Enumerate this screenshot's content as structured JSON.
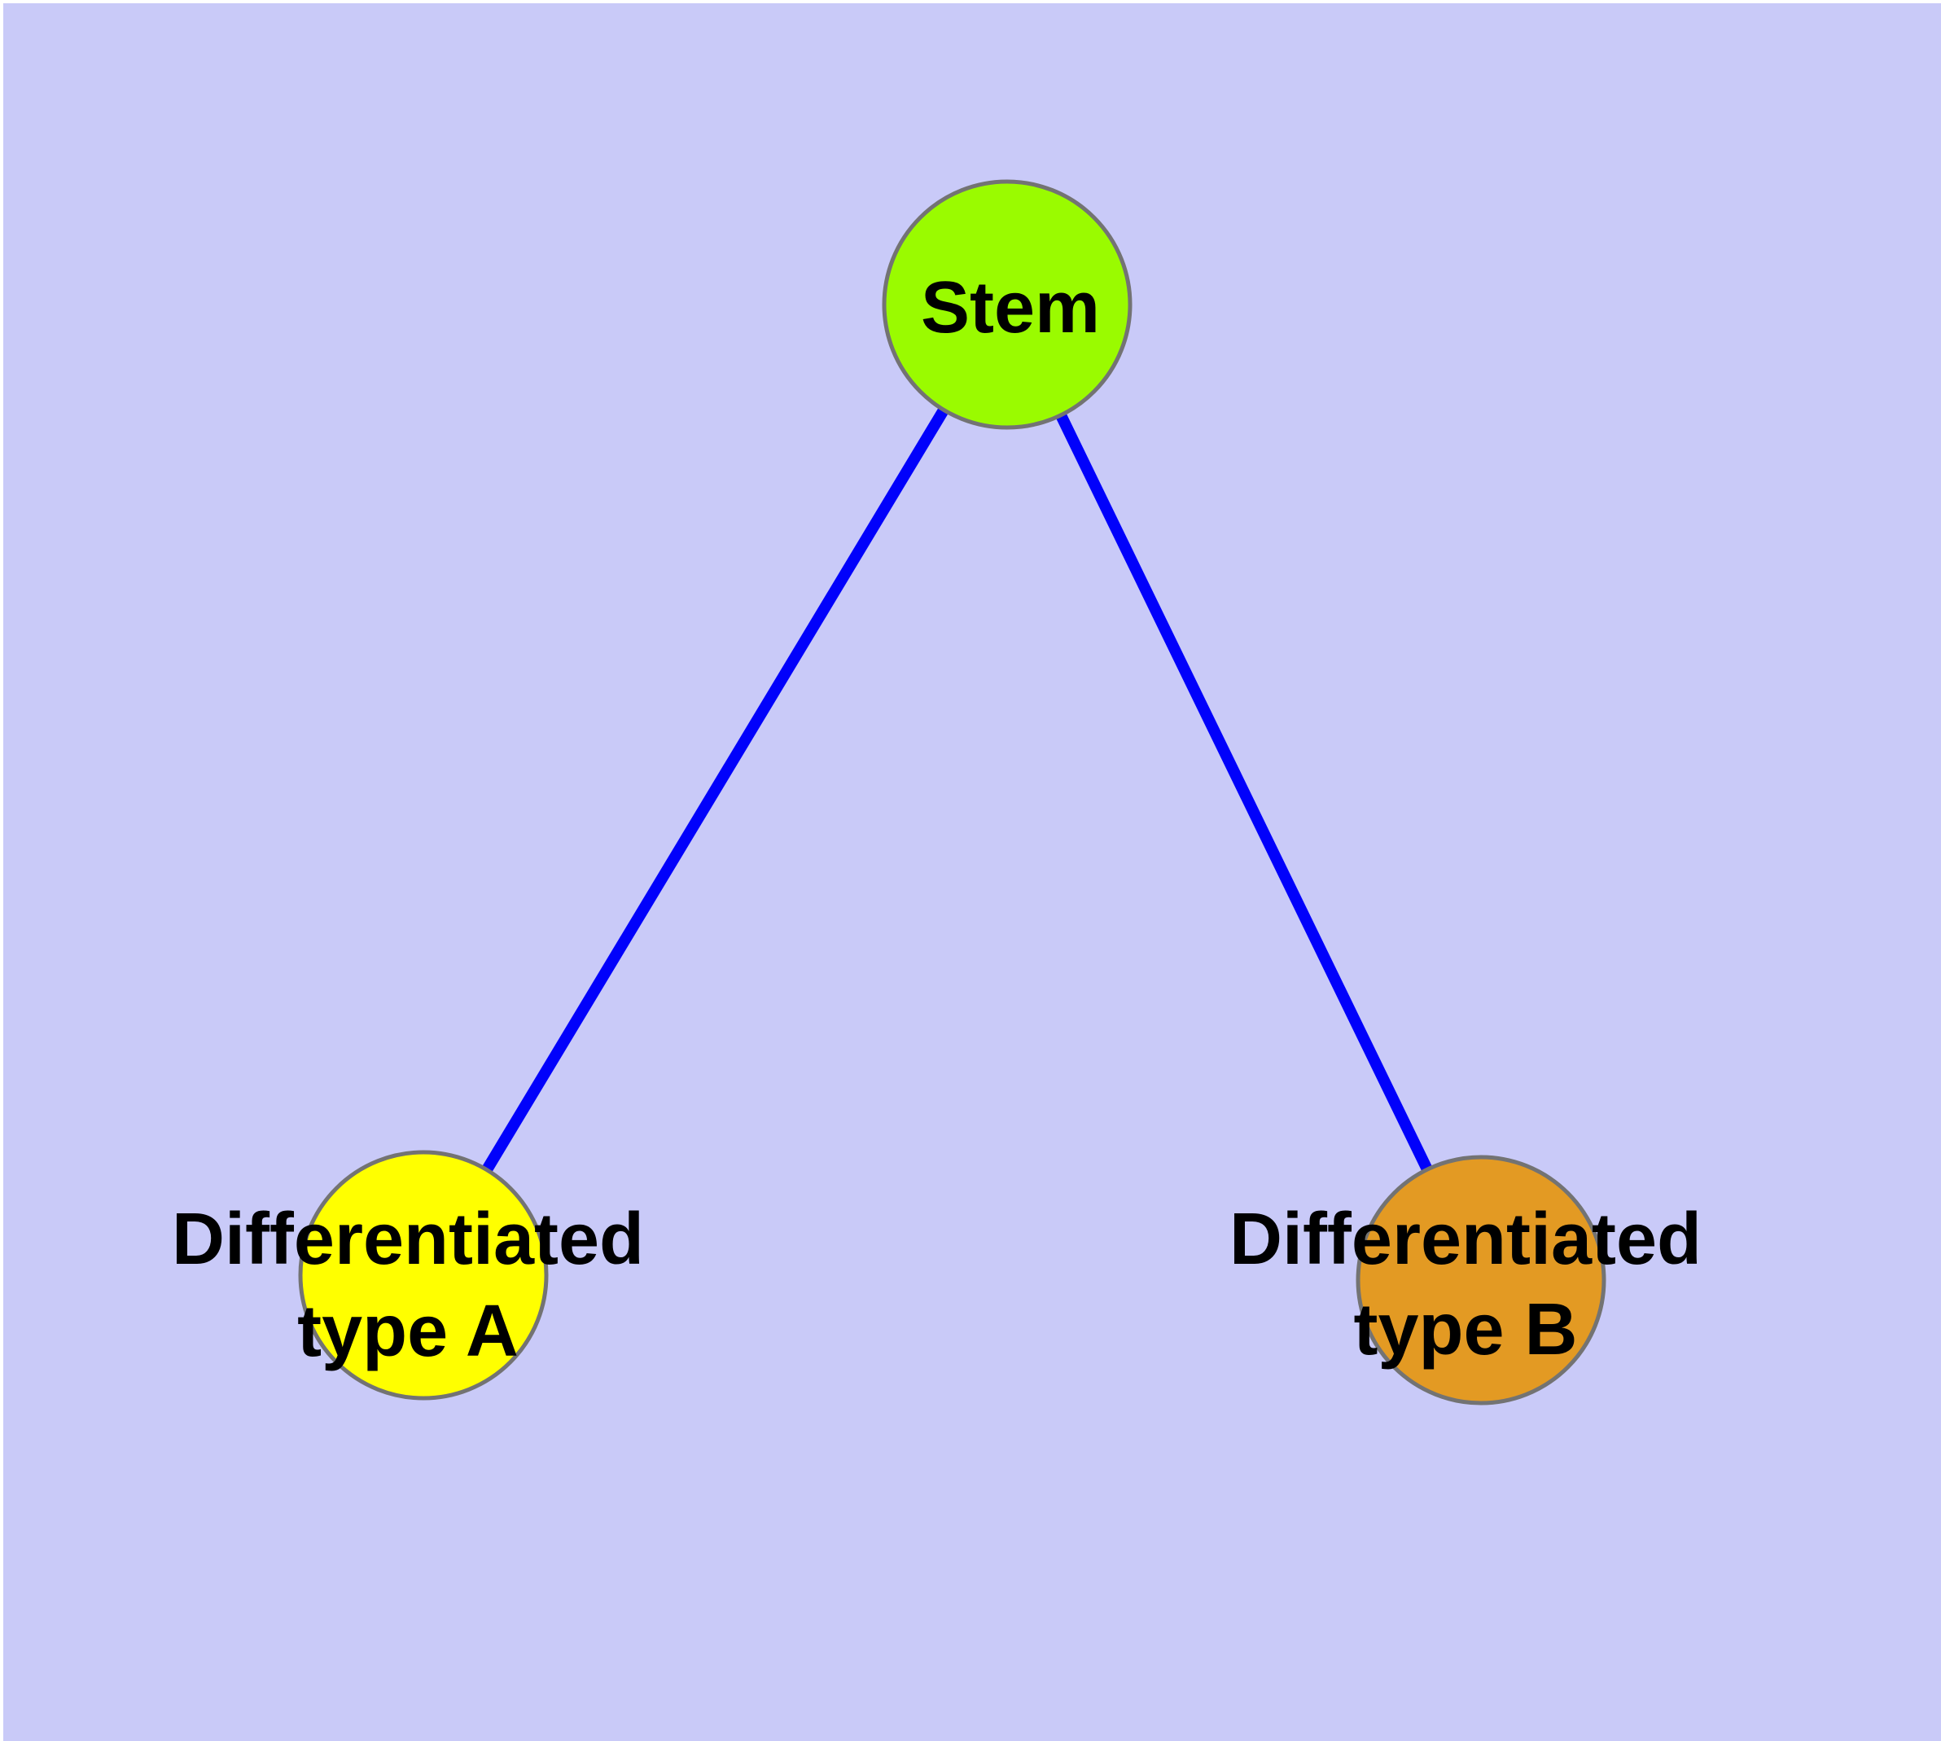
{
  "diagram": {
    "background_color": "#C9CAF8",
    "page_margin_color": "#FFFFFF",
    "edge_color": "#0101FB",
    "node_border_color": "#737373",
    "text_color": "#000000",
    "nodes": [
      {
        "id": "stem",
        "label": "Stem",
        "fill_color": "#9AFB00"
      },
      {
        "id": "differentiated-type-a",
        "label_line1": "Differentiated",
        "label_line2": "type A",
        "fill_color": "#FFFF00"
      },
      {
        "id": "differentiated-type-b",
        "label_line1": "Differentiated",
        "label_line2": "type B",
        "fill_color": "#E39A23"
      }
    ],
    "edges": [
      {
        "from": "stem",
        "to": "differentiated-type-a"
      },
      {
        "from": "stem",
        "to": "differentiated-type-b"
      }
    ]
  }
}
